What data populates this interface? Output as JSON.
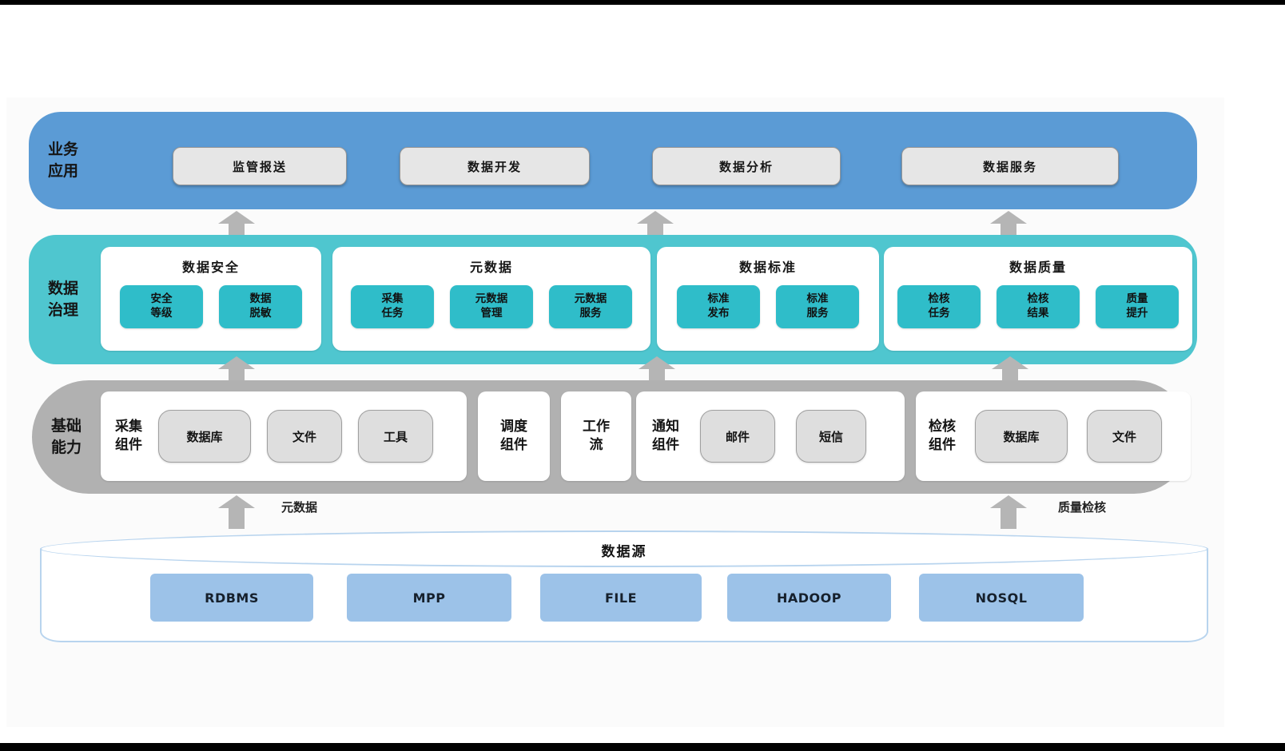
{
  "layers": {
    "business": {
      "label": "业务\n应用",
      "buttons": [
        "监管报送",
        "数据开发",
        "数据分析",
        "数据服务"
      ]
    },
    "governance": {
      "label": "数据\n治理",
      "panels": [
        {
          "title": "数据安全",
          "items": [
            "安全\n等级",
            "数据\n脱敏"
          ]
        },
        {
          "title": "元数据",
          "items": [
            "采集\n任务",
            "元数据\n管理",
            "元数据\n服务"
          ]
        },
        {
          "title": "数据标准",
          "items": [
            "标准\n发布",
            "标准\n服务"
          ]
        },
        {
          "title": "数据质量",
          "items": [
            "检核\n任务",
            "检核\n结果",
            "质量\n提升"
          ]
        }
      ]
    },
    "foundation": {
      "label": "基础\n能力",
      "panels": [
        {
          "label": "采集\n组件",
          "items": [
            "数据库",
            "文件",
            "工具"
          ]
        },
        {
          "label": "调度\n组件",
          "items": []
        },
        {
          "label": "工作\n流",
          "items": []
        },
        {
          "label": "通知\n组件",
          "items": [
            "邮件",
            "短信"
          ]
        },
        {
          "label": "检核\n组件",
          "items": [
            "数据库",
            "文件"
          ]
        }
      ]
    },
    "datasource": {
      "title": "数据源",
      "items": [
        "RDBMS",
        "MPP",
        "FILE",
        "HADOOP",
        "NOSQL"
      ]
    }
  },
  "arrow_labels": {
    "left": "元数据",
    "right": "质量检核"
  },
  "colors": {
    "business_bg": "#5b9bd5",
    "governance_bg": "#4fc6cf",
    "chip_teal": "#2fbdc9",
    "foundation_bg": "#b1b1b1",
    "chip_gray": "#dedede",
    "datasource_item": "#9cc2e8",
    "cyl_border": "#b8d4ee",
    "arrow": "#b5b5b5"
  }
}
